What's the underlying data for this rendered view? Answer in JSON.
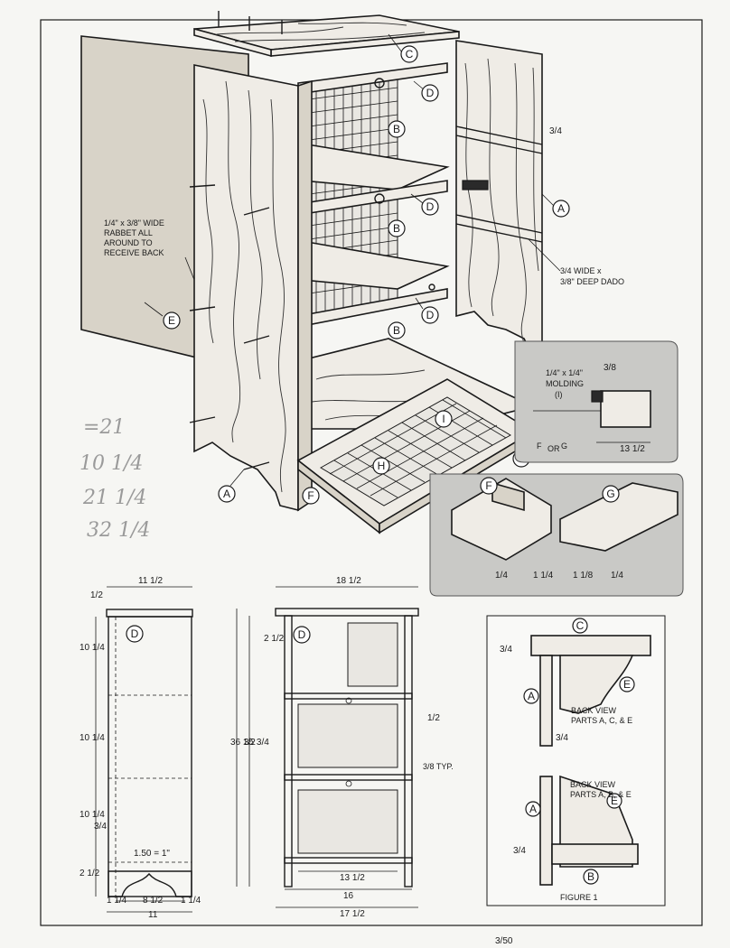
{
  "title": "",
  "callouts": {
    "A": "A",
    "B": "B",
    "C": "C",
    "D": "D",
    "E": "E",
    "F": "F",
    "G": "G",
    "H": "H",
    "I": "I"
  },
  "notes": {
    "rabbet": [
      "1/4\" x 3/8\" WIDE",
      "RABBET ALL",
      "AROUND TO",
      "RECEIVE BACK"
    ],
    "dado": [
      "3/4 WIDE x",
      "3/8\" DEEP DADO"
    ],
    "molding": [
      "1/4\" x 1/4\"",
      "MOLDING",
      "(I)"
    ],
    "f_or_g": [
      "F",
      "OR",
      "G"
    ],
    "scale": "1.50 = 1\"",
    "typ": "3/8 TYP.",
    "back_view_1": [
      "BACK VIEW",
      "PARTS A, C, & E"
    ],
    "back_view_2": [
      "BACK VIEW",
      "PARTS A, B, & E"
    ],
    "figure": "FIGURE 1"
  },
  "dims": {
    "side": {
      "top_width": "11 1/2",
      "top_gap": "1/2",
      "shelf1": "10 1/4",
      "shelf2": "10 1/4",
      "shelf3": "10 1/4",
      "small": "3/4",
      "base": "2 1/2",
      "bottom_inner": "8 1/2",
      "bottom_outer": "11",
      "foot_l": "1 1/4",
      "foot_r": "1 1/4"
    },
    "front": {
      "top_width": "18 1/2",
      "top_drop": "2 1/2",
      "height_outer": "36 1/2",
      "height_inner": "35 3/4",
      "door_gap": "1/2",
      "inner_width": "13 1/2",
      "width": "16",
      "outer_width": "17 1/2"
    },
    "detail": {
      "quarter": "1/4",
      "three_eighths": "3/8",
      "one_quarter": "1 1/4",
      "one_eighth": "1 1/8"
    }
  },
  "handwritten": [
    "=21",
    "10 1/4",
    "21 1/4",
    "32 1/4"
  ],
  "footer_marks": [
    "3/50"
  ]
}
